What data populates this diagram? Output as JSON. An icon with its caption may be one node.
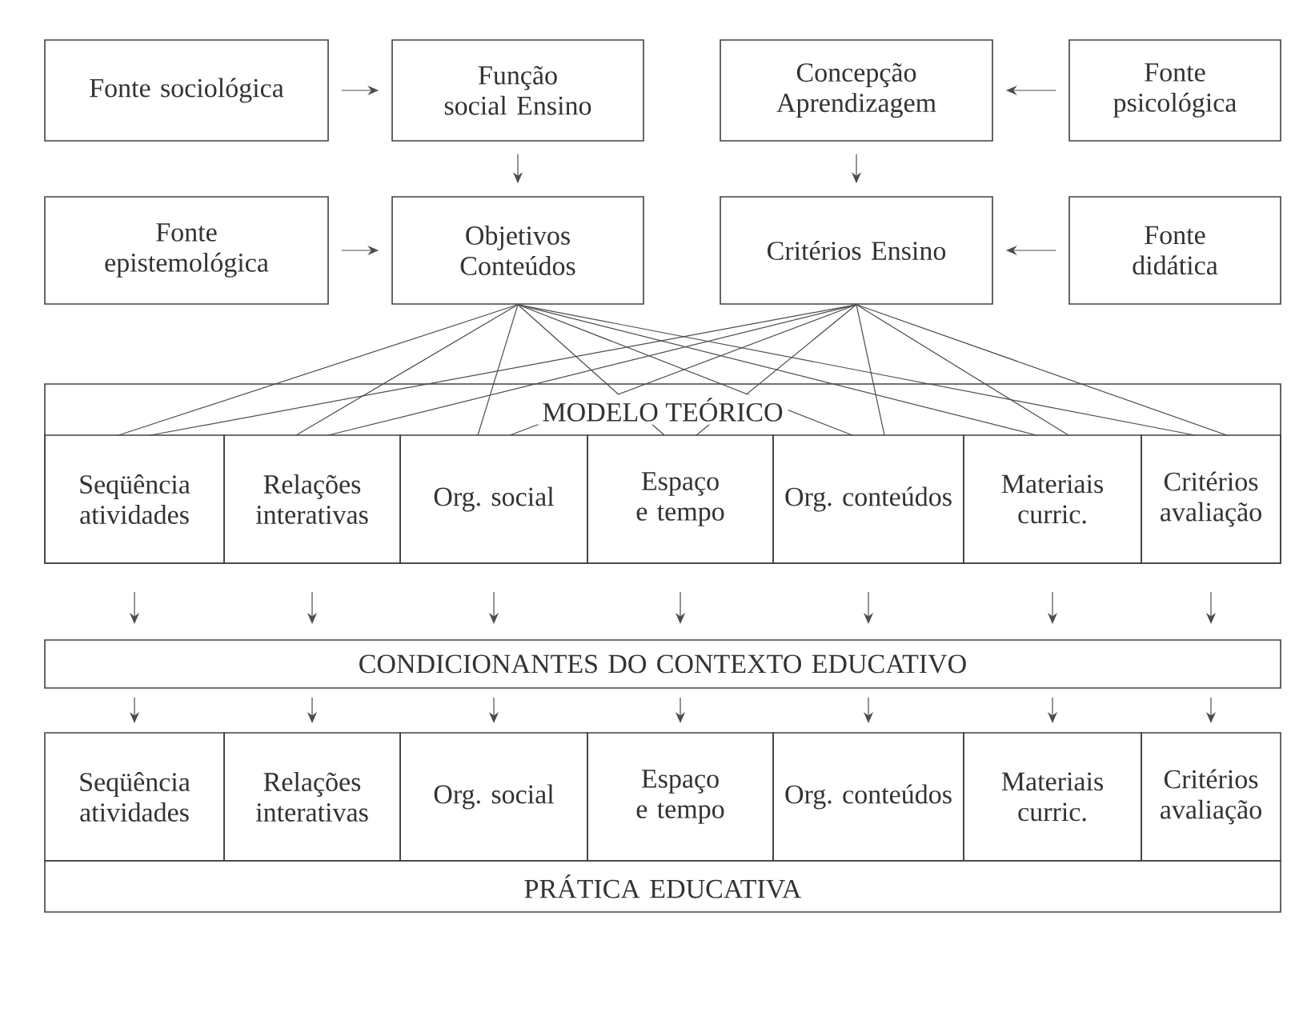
{
  "diagram": {
    "nodes": [
      {
        "text": [
          "Fonte sociológica"
        ]
      },
      {
        "text": [
          "Função social Ensino"
        ]
      },
      {
        "text": [
          "Concepção Aprendizagem"
        ]
      },
      {
        "text": [
          "Fonte psicológica"
        ]
      },
      {
        "text": [
          "Fonte epistemológica"
        ]
      },
      {
        "text": [
          "Objetivos Conteúdos"
        ]
      },
      {
        "text": [
          "Critérios Ensino"
        ]
      },
      {
        "text": [
          "Fonte didática"
        ]
      },
      {
        "text": [
          "MODELO TEÓRICO"
        ]
      },
      {
        "text": [
          "Seqüência atividades"
        ],
        "in": 8
      },
      {
        "text": [
          "Relações interativas"
        ],
        "in": 8
      },
      {
        "text": [
          "Org. social"
        ],
        "in": 8
      },
      {
        "text": [
          "Espaço e tempo"
        ],
        "in": 8
      },
      {
        "text": [
          "Org. conteúdos"
        ],
        "in": 8
      },
      {
        "text": [
          "Materiais curric."
        ],
        "in": 8
      },
      {
        "text": [
          "Critérios avaliação"
        ],
        "in": 8
      },
      {
        "text": [
          "CONDICIONANTES DO CONTEXTO EDUCATIVO"
        ]
      },
      {
        "text": [
          "Seqüência atividades"
        ]
      },
      {
        "text": [
          "Relações interativas"
        ]
      },
      {
        "text": [
          "Org. social"
        ]
      },
      {
        "text": [
          "Espaço e tempo"
        ]
      },
      {
        "text": [
          "Org. conteúdos"
        ]
      },
      {
        "text": [
          "Materiais curric."
        ]
      },
      {
        "text": [
          "Critérios avaliação"
        ]
      },
      {
        "text": [
          "PRÁTICA EDUCATIVA"
        ]
      }
    ],
    "edges": [
      {
        "from": 0,
        "to": 1,
        "arrow": "to"
      },
      {
        "from": 3,
        "to": 2,
        "arrow": "to"
      },
      {
        "from": 1,
        "to": 5,
        "arrow": "to"
      },
      {
        "from": 2,
        "to": 6,
        "arrow": "to"
      },
      {
        "from": 4,
        "to": 5,
        "arrow": "to"
      },
      {
        "from": 7,
        "to": 6,
        "arrow": "to"
      },
      {
        "from": 5,
        "to": 9,
        "arrow": "none"
      },
      {
        "from": 5,
        "to": 10,
        "arrow": "none"
      },
      {
        "from": 5,
        "to": 11,
        "arrow": "none"
      },
      {
        "from": 5,
        "to": 12,
        "arrow": "none"
      },
      {
        "from": 5,
        "to": 13,
        "arrow": "none"
      },
      {
        "from": 5,
        "to": 14,
        "arrow": "none"
      },
      {
        "from": 5,
        "to": 15,
        "arrow": "none"
      },
      {
        "from": 6,
        "to": 9,
        "arrow": "none"
      },
      {
        "from": 6,
        "to": 10,
        "arrow": "none"
      },
      {
        "from": 6,
        "to": 11,
        "arrow": "none"
      },
      {
        "from": 6,
        "to": 12,
        "arrow": "none"
      },
      {
        "from": 6,
        "to": 13,
        "arrow": "none"
      },
      {
        "from": 6,
        "to": 14,
        "arrow": "none"
      },
      {
        "from": 6,
        "to": 15,
        "arrow": "none"
      },
      {
        "from": 9,
        "to": 16,
        "arrow": "to"
      },
      {
        "from": 10,
        "to": 16,
        "arrow": "to"
      },
      {
        "from": 11,
        "to": 16,
        "arrow": "to"
      },
      {
        "from": 12,
        "to": 16,
        "arrow": "to"
      },
      {
        "from": 13,
        "to": 16,
        "arrow": "to"
      },
      {
        "from": 14,
        "to": 16,
        "arrow": "to"
      },
      {
        "from": 15,
        "to": 16,
        "arrow": "to"
      },
      {
        "from": 16,
        "to": 17,
        "arrow": "to"
      },
      {
        "from": 16,
        "to": 18,
        "arrow": "to"
      },
      {
        "from": 16,
        "to": 19,
        "arrow": "to"
      },
      {
        "from": 16,
        "to": 20,
        "arrow": "to"
      },
      {
        "from": 16,
        "to": 21,
        "arrow": "to"
      },
      {
        "from": 16,
        "to": 22,
        "arrow": "to"
      },
      {
        "from": 16,
        "to": 23,
        "arrow": "to"
      }
    ]
  }
}
